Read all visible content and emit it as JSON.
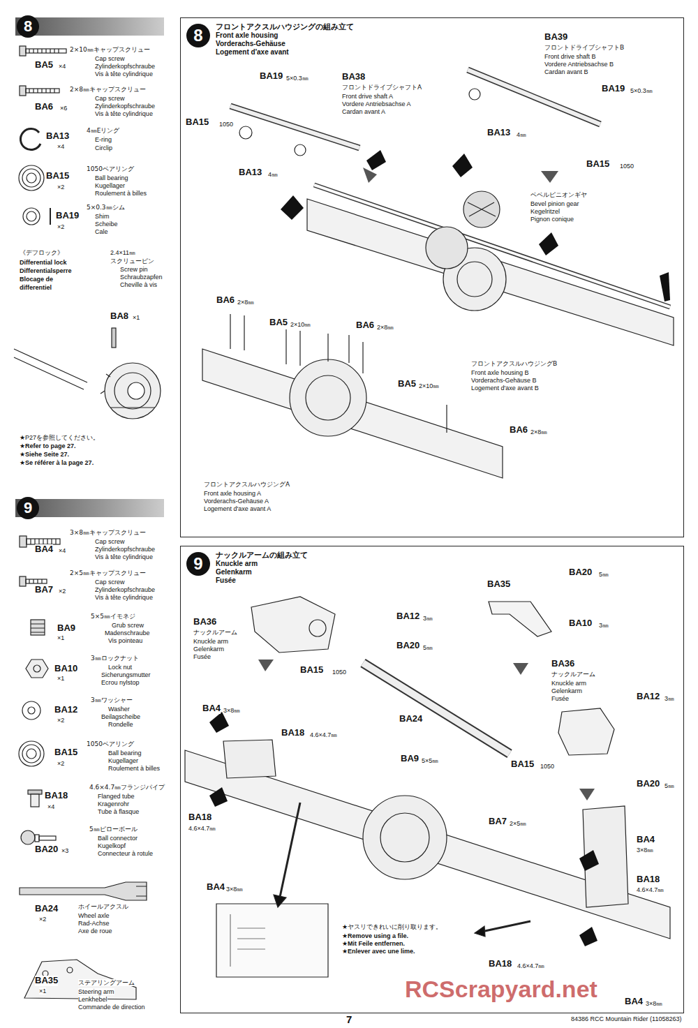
{
  "diagram": {
    "nodes": [
      {
        "text": [
          "8"
        ]
      },
      {
        "text": [
          "8",
          "フロントアクスルハウジングの組み立て",
          "Front axle housing",
          "Vorderachs-Gehäuse",
          "Logement d'axe avant"
        ]
      },
      {
        "text": [
          "9"
        ]
      },
      {
        "text": [
          "9",
          "ナックルアームの組み立て",
          "Knuckle arm",
          "Gelenkarm",
          "Fusée"
        ]
      }
    ],
    "labels": [
      "2×10㎜キャップスクリュー",
      "Cap screw",
      "Zylinderkopfschraube",
      "Vis à tête cylindrique",
      "BA5",
      "×4",
      "2×8㎜キャップスクリュー",
      "Cap screw",
      "Zylinderkopfschraube",
      "Vis à tête cylindrique",
      "BA6",
      "×6",
      "4㎜Eリング",
      "E-ring",
      "Circlip",
      "BA13",
      "×4",
      "1050ベアリング",
      "Ball bearing",
      "Kugellager",
      "Roulement à billes",
      "BA15",
      "×2",
      "5×0.3㎜シム",
      "Shim",
      "Scheibe",
      "Cale",
      "BA19",
      "×2",
      "《デフロック》",
      "Differential lock",
      "Differentialsperre",
      "Blocage de",
      "differentiel",
      "2.4×11㎜",
      "スクリューピン",
      "Screw pin",
      "Schraubzapfen",
      "Cheville à vis",
      "BA8",
      "×1",
      "★P27を参照してください。",
      "★Refer to page 27.",
      "★Siehe Seite 27.",
      "★Se référer à la page 27.",
      "3×8㎜キャップスクリュー",
      "Cap screw",
      "Zylinderkopfschraube",
      "Vis à tête cylindrique",
      "BA4",
      "×4",
      "2×5㎜キャップスクリュー",
      "Cap screw",
      "Zylinderkopfschraube",
      "Vis à tête cylindrique",
      "BA7",
      "×2",
      "5×5㎜イモネジ",
      "Grub screw",
      "Madenschraube",
      "Vis pointeau",
      "BA9",
      "×1",
      "3㎜ロックナット",
      "Lock nut",
      "Sicherungsmutter",
      "Ecrou nylstop",
      "BA10",
      "×1",
      "3㎜ワッシャー",
      "Washer",
      "Beilagscheibe",
      "Rondelle",
      "BA12",
      "×2",
      "1050ベアリング",
      "Ball bearing",
      "Kugellager",
      "Roulement à billes",
      "BA15",
      "×2",
      "4.6×4.7㎜フランジパイプ",
      "Flanged tube",
      "Kragenrohr",
      "Tube à flasque",
      "BA18",
      "×4",
      "5㎜ピローボール",
      "Ball connector",
      "Kugelkopf",
      "Connecteur à rotule",
      "BA20",
      "×3",
      "BA24",
      "×2",
      "ホイールアクスル",
      "Wheel axle",
      "Rad-Achse",
      "Axe de roue",
      "BA35",
      "×1",
      "ステアリングアーム",
      "Steering arm",
      "Lenkhebel",
      "Commande de direction",
      "BA19",
      "5×0.3㎜",
      "BA15",
      "1050",
      "BA38",
      "フロントドライブシャフトA",
      "Front drive shaft A",
      "Vordere Antriebsachse A",
      "Cardan avant A",
      "BA39",
      "フロントドライブシャフトB",
      "Front drive shaft B",
      "Vordere Antriebsachse B",
      "Cardan avant B",
      "BA19",
      "5×0.3㎜",
      "BA13",
      "4㎜",
      "BA13",
      "4㎜",
      "BA15",
      "1050",
      "ベベルピニオンギヤ",
      "Bevel pinion gear",
      "Kegelritzel",
      "Pignon conique",
      "BA6",
      "2×8㎜",
      "BA5",
      "2×10㎜",
      "BA6",
      "2×8㎜",
      "BA5",
      "2×10㎜",
      "BA6",
      "2×8㎜",
      "フロントアクスルハウジングB",
      "Front axle housing B",
      "Vorderachs-Gehäuse B",
      "Logement d'axe avant B",
      "フロントアクスルハウジングA",
      "Front axle housing A",
      "Vorderachs-Gehäuse A",
      "Logement d'axe avant A",
      "BA20",
      "5㎜",
      "BA35",
      "BA10",
      "3㎜",
      "BA12",
      "3㎜",
      "BA20",
      "5㎜",
      "BA36",
      "ナックルアーム",
      "Knuckle arm",
      "Gelenkarm",
      "Fusée",
      "BA15",
      "1050",
      "BA36",
      "ナックルアーム",
      "Knuckle arm",
      "Gelenkarm",
      "Fusée",
      "BA12",
      "3㎜",
      "BA4",
      "3×8㎜",
      "BA18",
      "4.6×4.7㎜",
      "BA24",
      "BA9",
      "5×5㎜",
      "BA15",
      "1050",
      "BA20",
      "5㎜",
      "BA7",
      "2×5㎜",
      "BA18",
      "4.6×4.7㎜",
      "BA4",
      "3×8㎜",
      "BA4",
      "3×8㎜",
      "BA18",
      "4.6×4.7㎜",
      "★ヤスリできれいに削り取ります。",
      "★Remove using a file.",
      "★Mit Feile entfernen.",
      "★Enlever avec une lime.",
      "BA18",
      "4.6×4.7㎜",
      "BA4",
      "3×8㎜",
      "7",
      "84386 RCC Mountain Rider (11058263)",
      "RCScrapyard.net"
    ]
  }
}
